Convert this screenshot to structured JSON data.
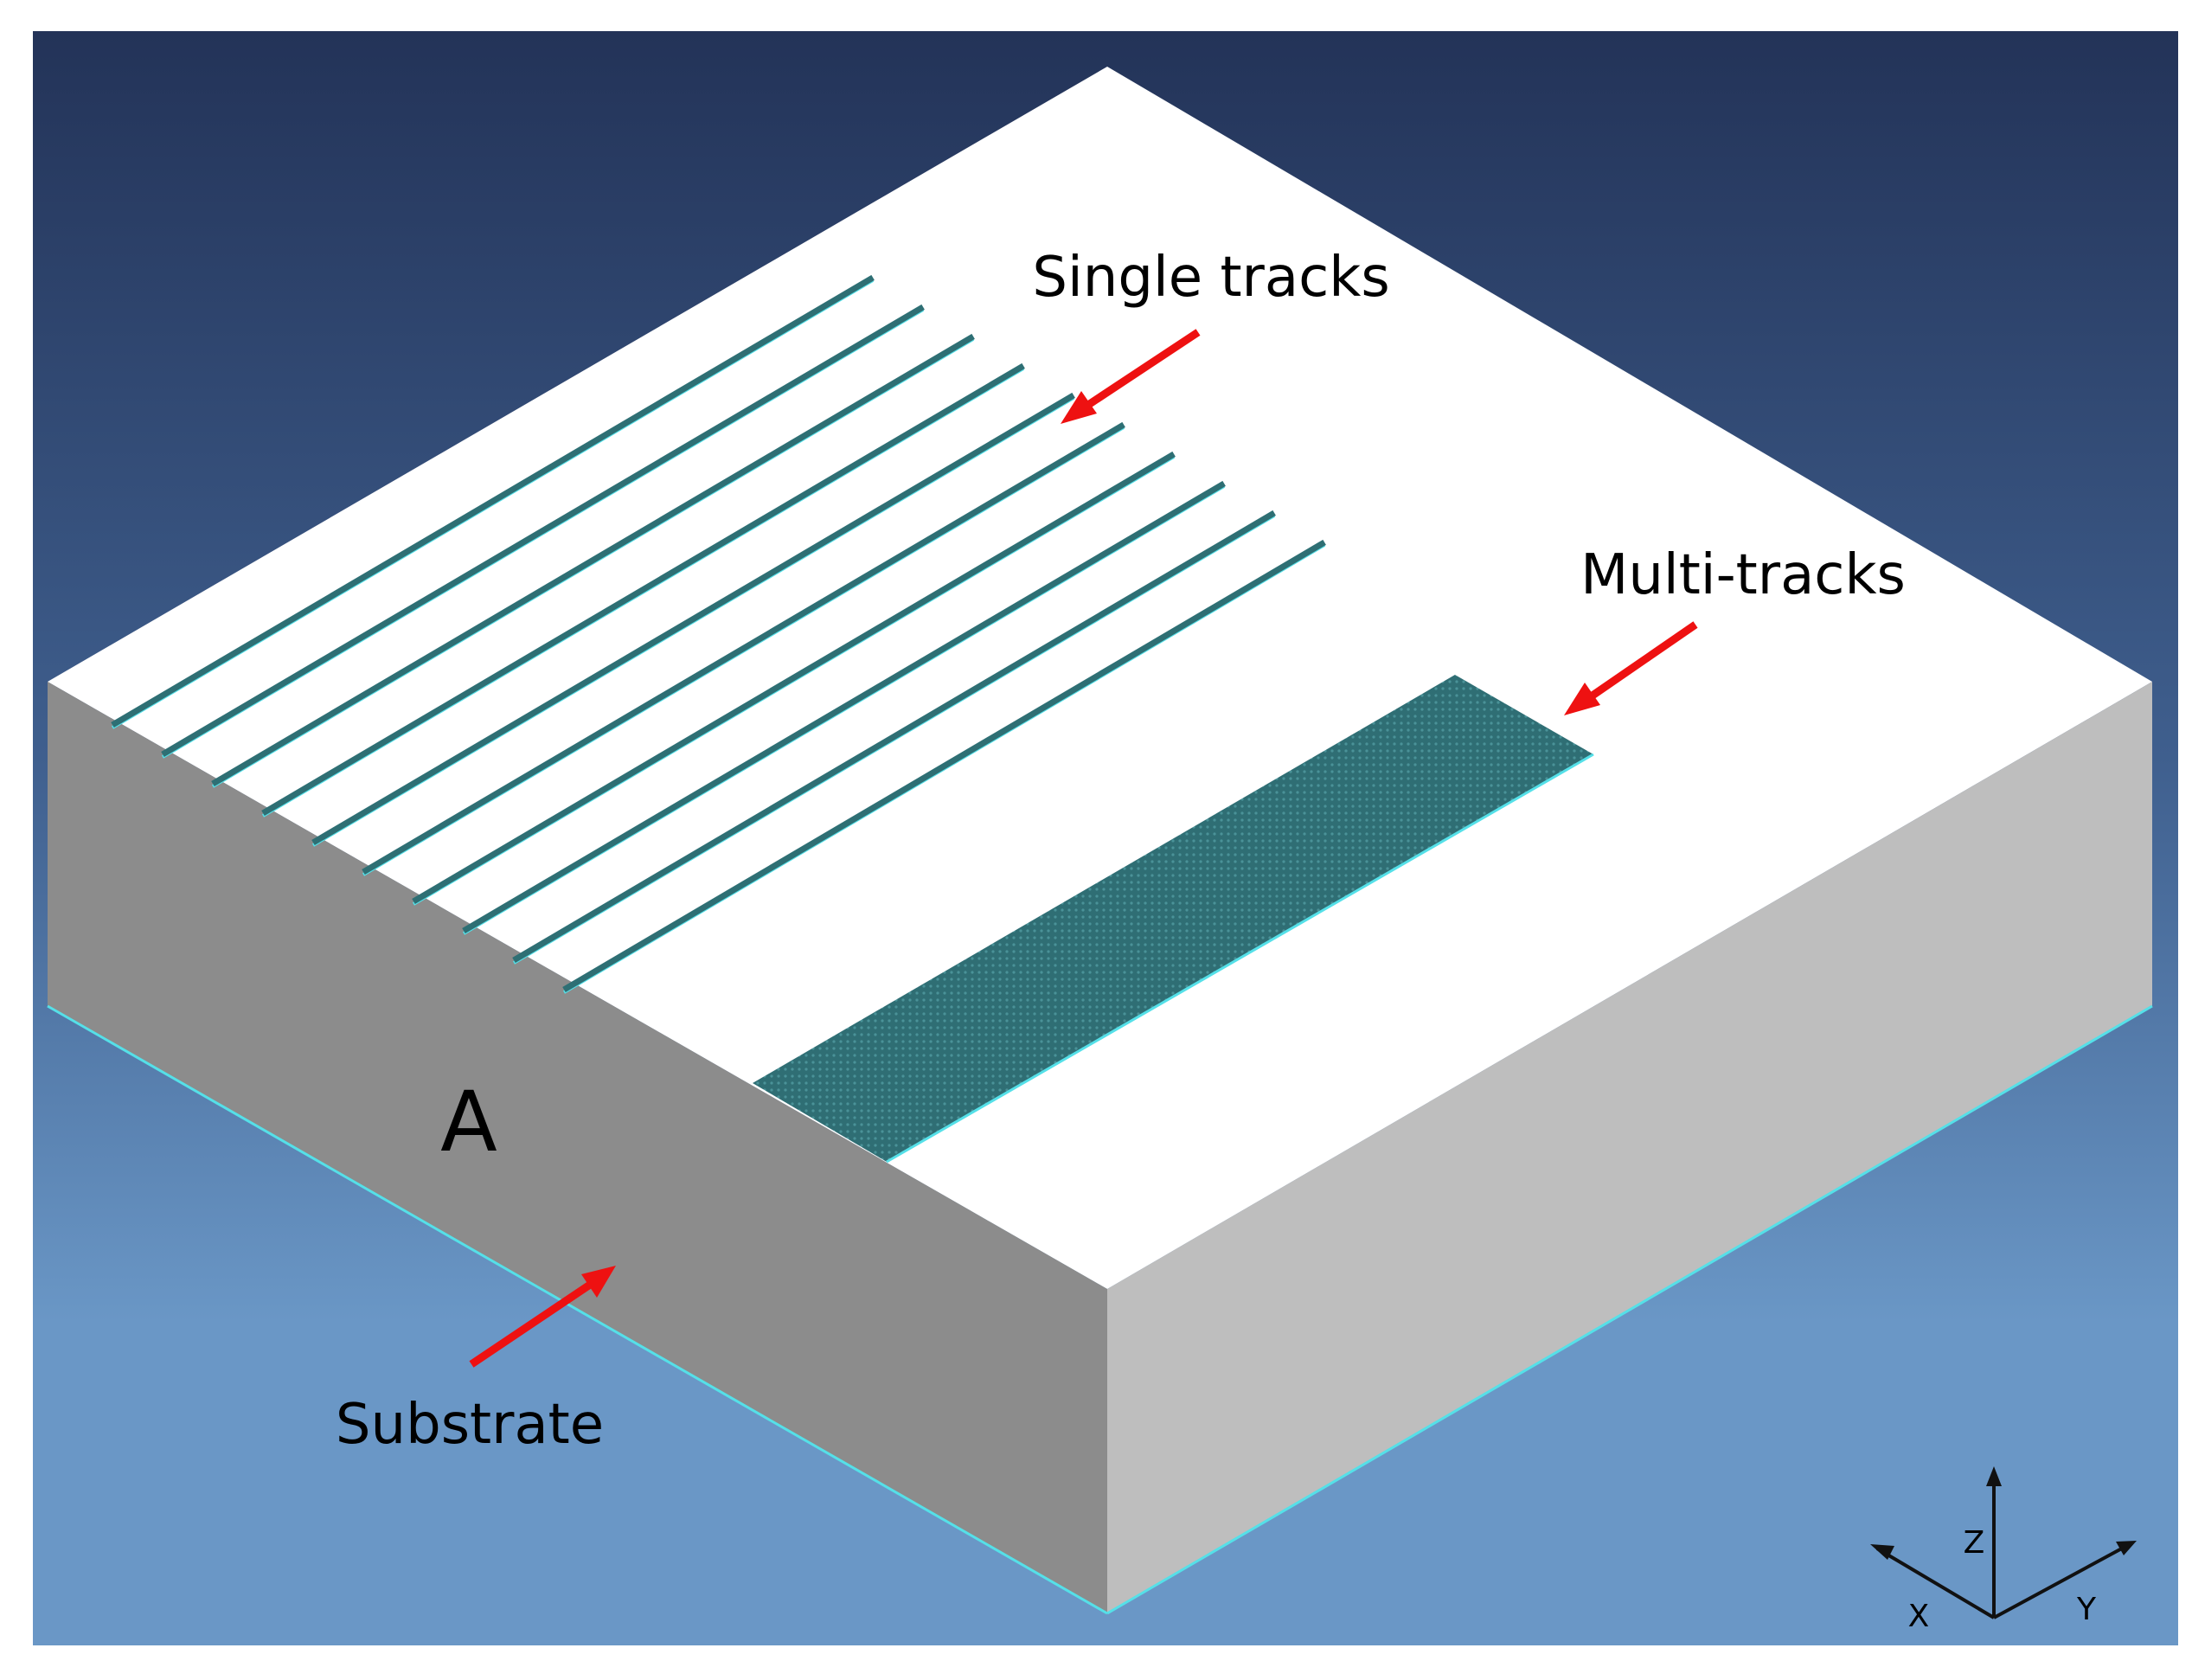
{
  "labels": {
    "single_tracks": "Single tracks",
    "multi_tracks": "Multi-tracks",
    "substrate": "Substrate",
    "panel": "A"
  },
  "axes": {
    "z": "Z",
    "x": "X",
    "y": "Y"
  },
  "single_track_count": 10,
  "colors": {
    "background_top": "#233358",
    "background_bottom": "#6a97c6",
    "top_face": "#ffffff",
    "left_face": "#8c8c8c",
    "right_face": "#bebebe",
    "track": "#2e6f74",
    "track_edge": "#55e0e8",
    "arrow": "#ee1111"
  }
}
